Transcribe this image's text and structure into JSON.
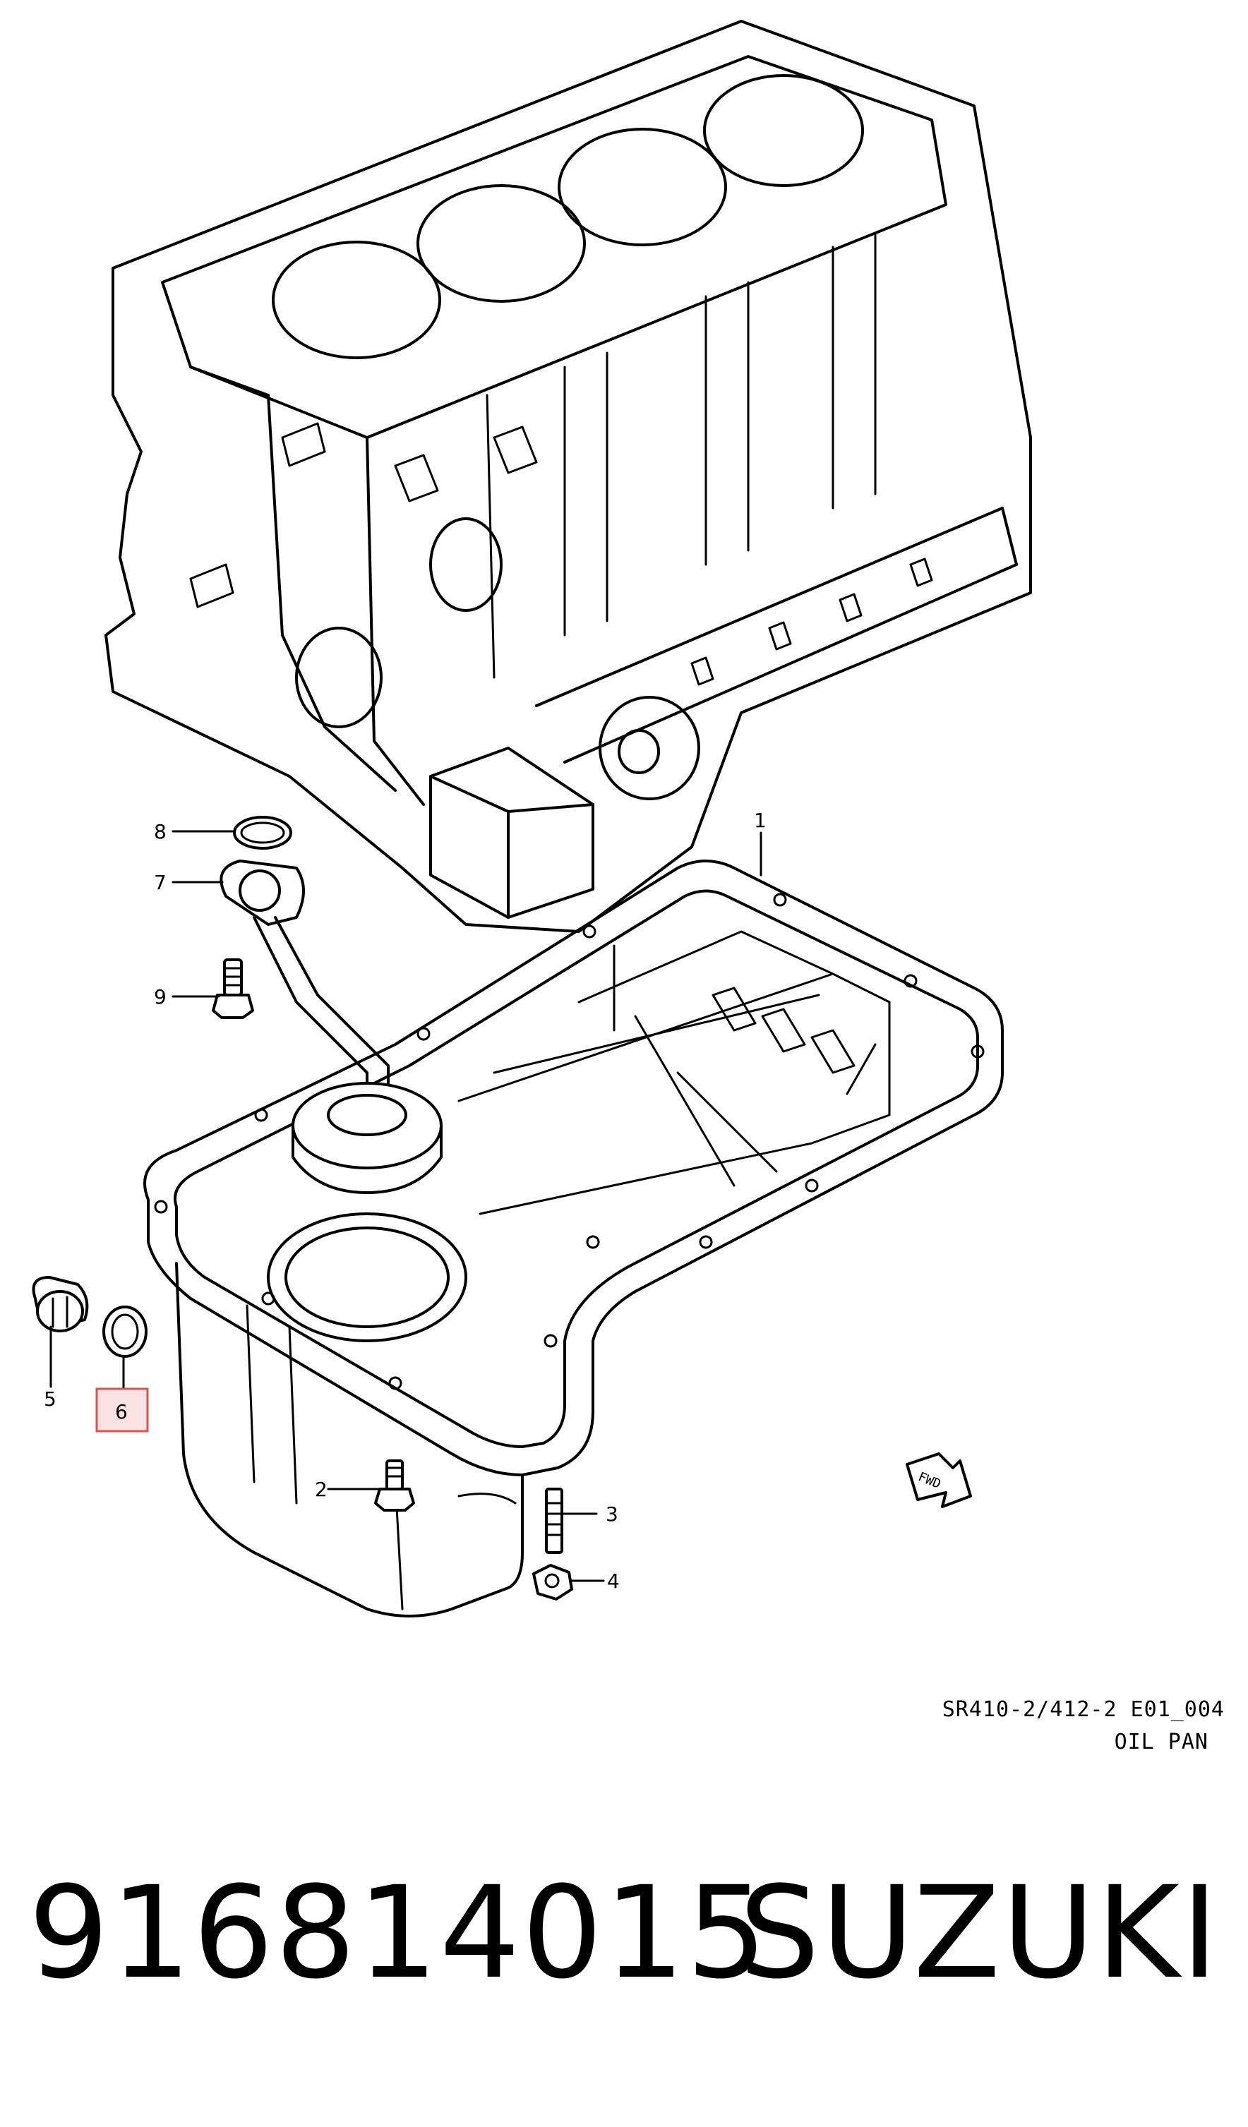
{
  "diagram": {
    "callouts": {
      "c1": "1",
      "c2": "2",
      "c3": "3",
      "c4": "4",
      "c5": "5",
      "c6": "6",
      "c7": "7",
      "c8": "8",
      "c9": "9"
    },
    "highlighted_callout": "6",
    "highlight_color": "#d9534f",
    "highlight_fill": "#fbe3e3",
    "fwd_label": "FWD",
    "reference_code": "SR410-2/412-2 E01_004",
    "reference_title": "OIL PAN"
  },
  "caption": {
    "part_number": "916814015",
    "brand": "SUZUKI"
  }
}
